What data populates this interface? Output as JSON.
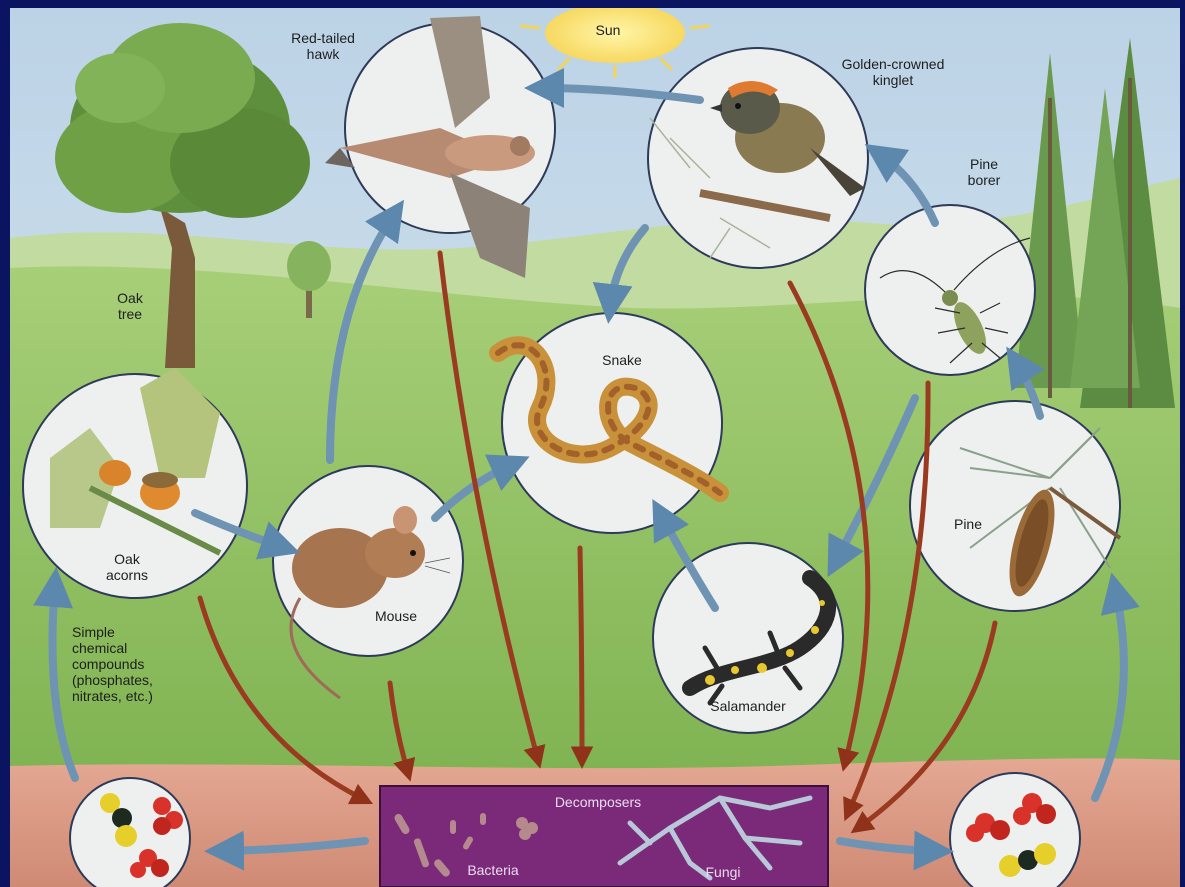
{
  "labels": {
    "sun": "Sun",
    "hawk": "Red-tailed\nhawk",
    "kinglet": "Golden-crowned\nkinglet",
    "pine_borer": "Pine\nborer",
    "oak_tree": "Oak\ntree",
    "snake": "Snake",
    "oak_acorns": "Oak\nacorns",
    "mouse": "Mouse",
    "pine": "Pine",
    "salamander": "Salamander",
    "compounds": "Simple\nchemical\ncompounds\n(phosphates,\nnitrates, etc.)",
    "decomposers": "Decomposers",
    "bacteria": "Bacteria",
    "fungi": "Fungi"
  },
  "colors": {
    "sky": "#c9dbe9",
    "grass": "#8fc062",
    "soil": "#dc9a85",
    "decomposer_box": "#7b2a7a",
    "feeding_arrow": "#6e93b3",
    "decay_arrow": "#9a3a20"
  }
}
